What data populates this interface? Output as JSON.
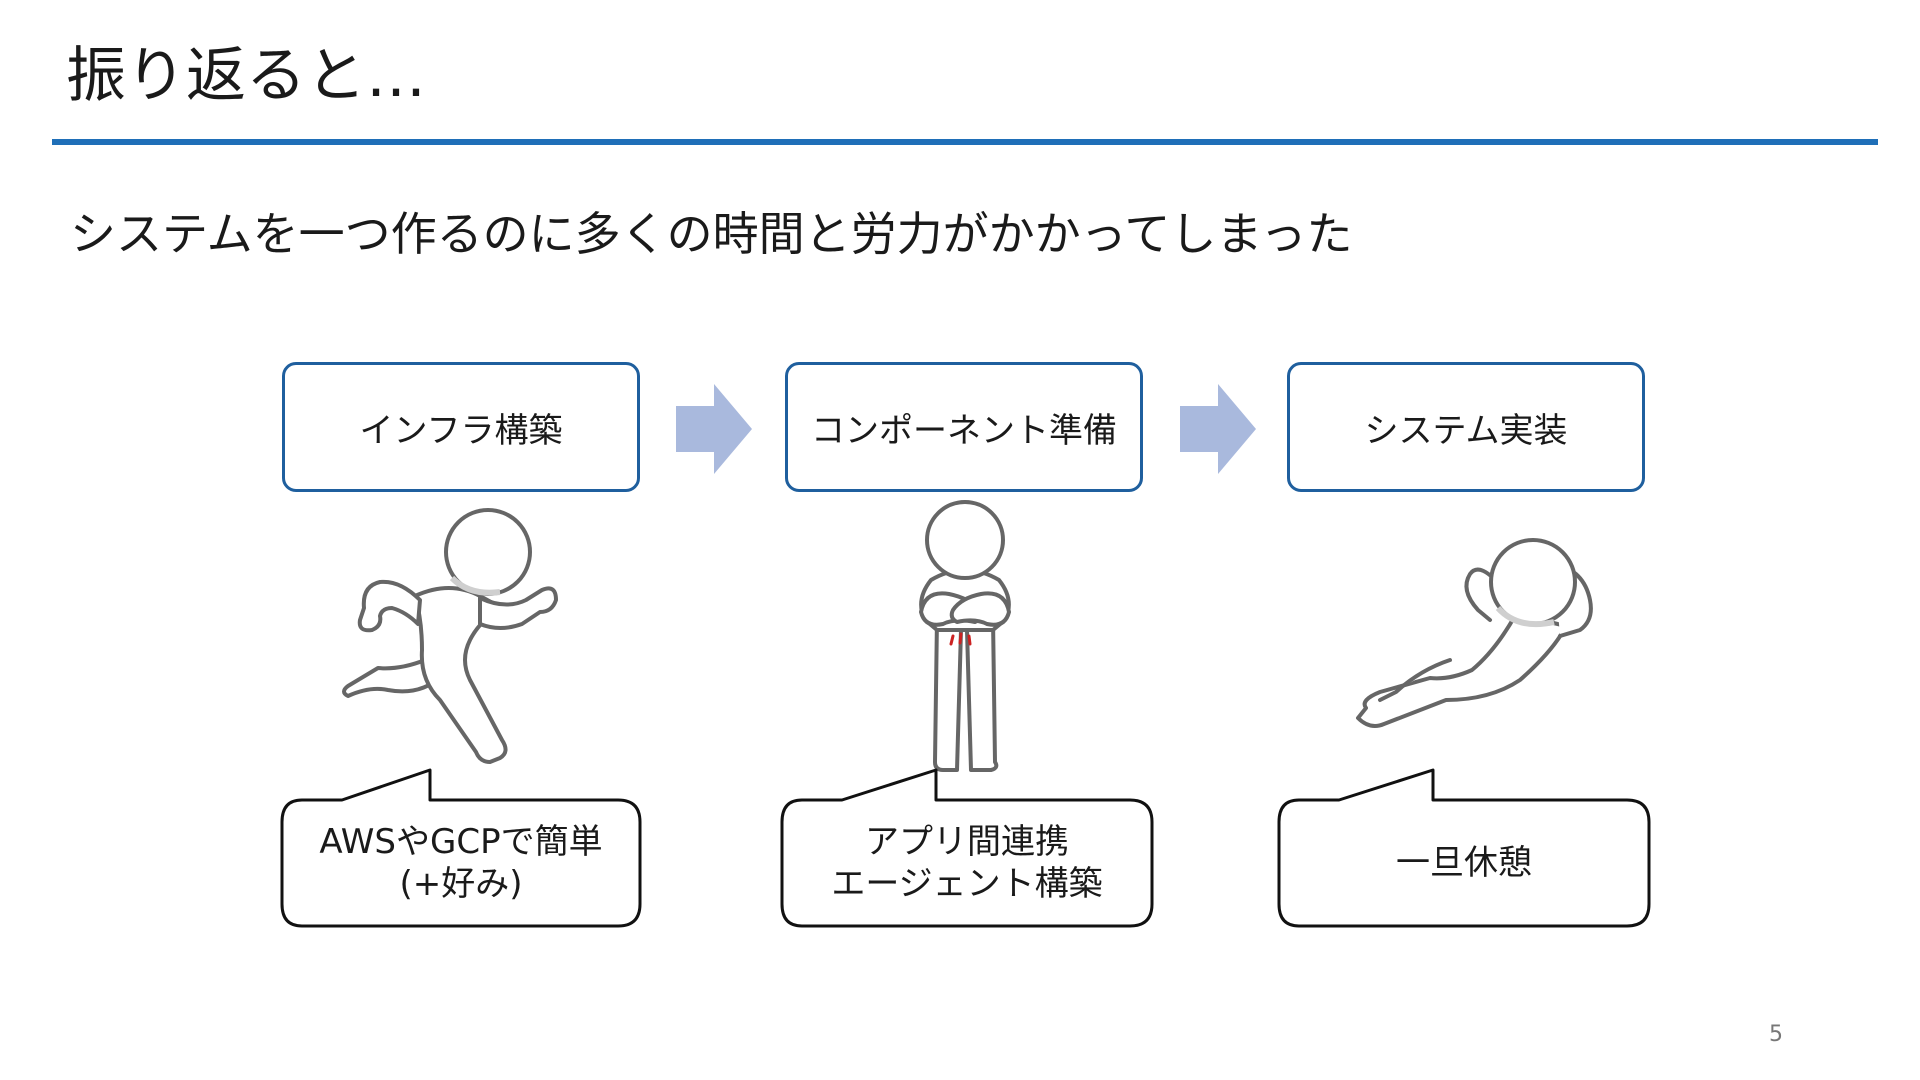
{
  "slide": {
    "title": "振り返ると…",
    "subtitle": "システムを一つ作るのに多くの時間と労力がかかってしまった",
    "page_number": "5"
  },
  "steps": [
    {
      "label": "インフラ構築"
    },
    {
      "label": "コンポーネント準備"
    },
    {
      "label": "システム実装"
    }
  ],
  "bubbles": [
    {
      "lines": [
        "AWSやGCPで簡単",
        "(+好み)"
      ]
    },
    {
      "lines": [
        "アプリ間連携",
        "エージェント構築"
      ]
    },
    {
      "lines": [
        "一旦休憩"
      ]
    }
  ],
  "figures": [
    {
      "icon": "running-person-icon"
    },
    {
      "icon": "stomach-ache-person-icon"
    },
    {
      "icon": "resting-person-icon"
    }
  ],
  "colors": {
    "accent": "#1f6fb8",
    "box_border": "#1f5f9e",
    "arrow": "#a9b9dd",
    "figure_stroke": "#666666",
    "pain_mark": "#cc2222"
  }
}
